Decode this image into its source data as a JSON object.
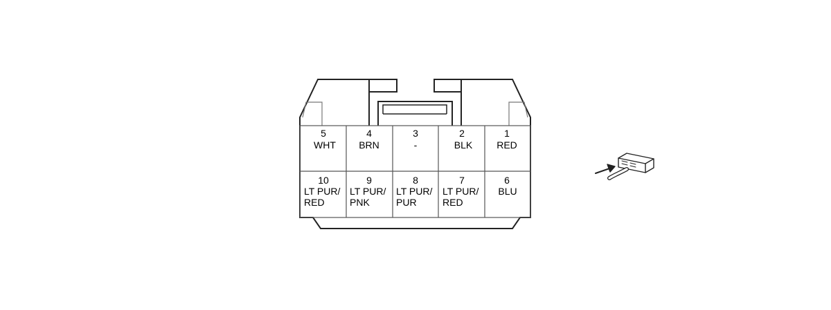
{
  "connector": {
    "outline_color": "#000000",
    "background_color": "#ffffff",
    "pins": [
      {
        "number": "5",
        "lines": [
          "WHT"
        ]
      },
      {
        "number": "4",
        "lines": [
          "BRN"
        ]
      },
      {
        "number": "3",
        "lines": [
          "-"
        ]
      },
      {
        "number": "2",
        "lines": [
          "BLK"
        ]
      },
      {
        "number": "1",
        "lines": [
          "RED"
        ]
      },
      {
        "number": "10",
        "lines": [
          "LT PUR/",
          "RED"
        ]
      },
      {
        "number": "9",
        "lines": [
          "LT PUR/",
          "PNK"
        ]
      },
      {
        "number": "8",
        "lines": [
          "LT PUR/",
          "PUR"
        ]
      },
      {
        "number": "7",
        "lines": [
          "LT PUR/",
          "RED"
        ]
      },
      {
        "number": "6",
        "lines": [
          "BLU"
        ]
      }
    ]
  },
  "view_icon": {
    "icon": "connector-front-view-icon"
  }
}
